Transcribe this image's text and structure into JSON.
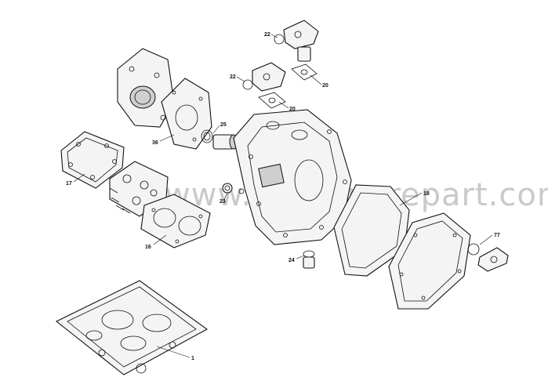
{
  "watermark": "www.hvacsparepart.com",
  "callouts": {
    "c1": "1",
    "c16": "16",
    "c17": "17",
    "c18": "18",
    "c20a": "20",
    "c20b": "20",
    "c22a": "22",
    "c22b": "22",
    "c23": "23",
    "c24": "24",
    "c25": "25",
    "c36": "36",
    "c77": "77"
  }
}
